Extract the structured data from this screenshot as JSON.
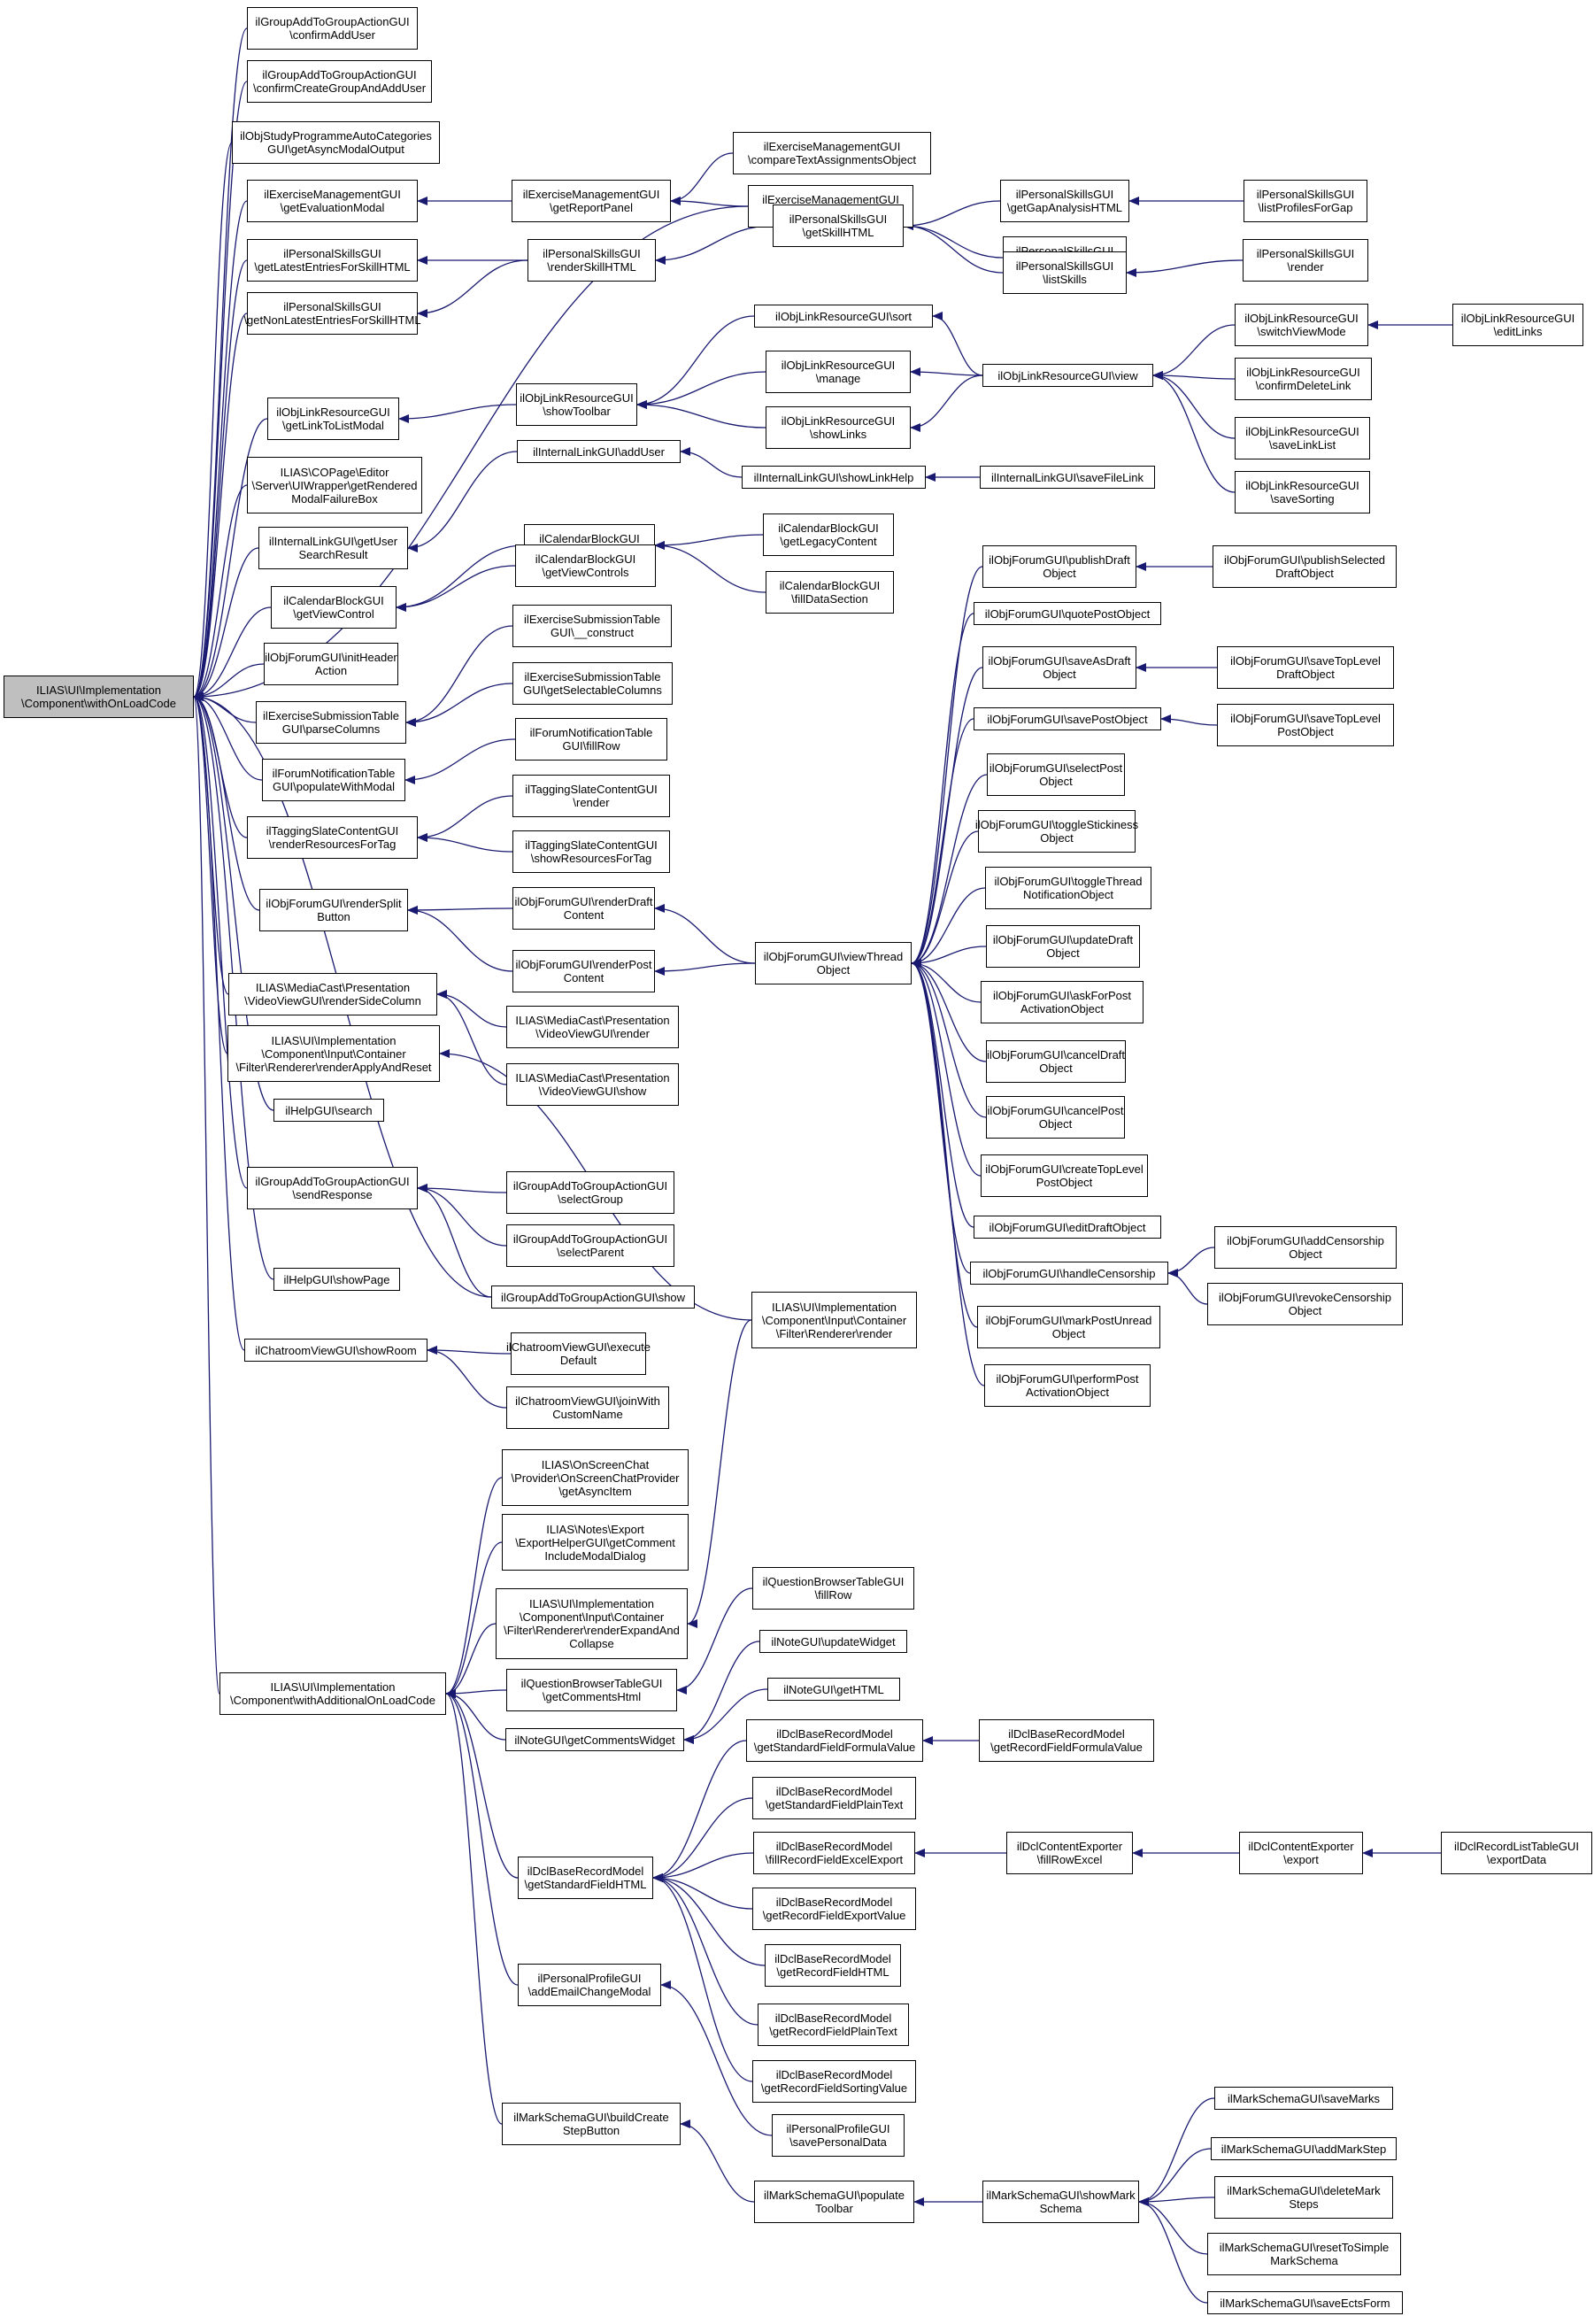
{
  "nodes": [
    {
      "id": "root",
      "label": "ILIAS\\UI\\Implementation\n\\Component\\withOnLoadCode",
      "root": true
    },
    {
      "id": "a1",
      "label": "ilGroupAddToGroupActionGUI\n\\confirmAddUser"
    },
    {
      "id": "a2",
      "label": "ilGroupAddToGroupActionGUI\n\\confirmCreateGroupAndAddUser"
    },
    {
      "id": "a3",
      "label": "ilObjStudyProgrammeAutoCategories\nGUI\\getAsyncModalOutput"
    },
    {
      "id": "a4",
      "label": "ilExerciseManagementGUI\n\\getEvaluationModal"
    },
    {
      "id": "a5",
      "label": "ilPersonalSkillsGUI\n\\getLatestEntriesForSkillHTML"
    },
    {
      "id": "a6",
      "label": "ilPersonalSkillsGUI\n\\getNonLatestEntriesForSkillHTML"
    },
    {
      "id": "a7",
      "label": "ilObjLinkResourceGUI\n\\getLinkToListModal"
    },
    {
      "id": "a8",
      "label": "ILIAS\\COPage\\Editor\n\\Server\\UIWrapper\\getRendered\nModalFailureBox"
    },
    {
      "id": "a9",
      "label": "ilInternalLinkGUI\\getUser\nSearchResult"
    },
    {
      "id": "a10",
      "label": "ilCalendarBlockGUI\n\\getViewControl"
    },
    {
      "id": "a11",
      "label": "ilObjForumGUI\\initHeader\nAction"
    },
    {
      "id": "a12",
      "label": "ilExerciseSubmissionTable\nGUI\\parseColumns"
    },
    {
      "id": "a13",
      "label": "ilForumNotificationTable\nGUI\\populateWithModal"
    },
    {
      "id": "a14",
      "label": "ilTaggingSlateContentGUI\n\\renderResourcesForTag"
    },
    {
      "id": "a15",
      "label": "ilObjForumGUI\\renderSplit\nButton"
    },
    {
      "id": "a16",
      "label": "ILIAS\\MediaCast\\Presentation\n\\VideoViewGUI\\renderSideColumn"
    },
    {
      "id": "a17",
      "label": "ILIAS\\UI\\Implementation\n\\Component\\Input\\Container\n\\Filter\\Renderer\\renderApplyAndReset"
    },
    {
      "id": "a18",
      "label": "ilHelpGUI\\search"
    },
    {
      "id": "a19",
      "label": "ilGroupAddToGroupActionGUI\n\\sendResponse"
    },
    {
      "id": "a20",
      "label": "ilHelpGUI\\showPage"
    },
    {
      "id": "a21",
      "label": "ilChatroomViewGUI\\showRoom"
    },
    {
      "id": "add",
      "label": "ILIAS\\UI\\Implementation\n\\Component\\withAdditionalOnLoadCode"
    },
    {
      "id": "b1",
      "label": "ilExerciseManagementGUI\n\\getReportPanel"
    },
    {
      "id": "b2",
      "label": "ilExerciseManagementGUI\n\\compareTextAssignmentsObject"
    },
    {
      "id": "b3",
      "label": "ilExerciseManagementGUI\n\\saveGradesObject"
    },
    {
      "id": "b4",
      "label": "ilPersonalSkillsGUI\n\\renderSkillHTML"
    },
    {
      "id": "b5",
      "label": "ilPersonalSkillsGUI\n\\getSkillHTML"
    },
    {
      "id": "b6",
      "label": "ilPersonalSkillsGUI\n\\getGapAnalysisHTML"
    },
    {
      "id": "b7",
      "label": "ilPersonalSkillsGUI\n\\listProfilesForGap"
    },
    {
      "id": "b8",
      "label": "ilPersonalSkillsGUI\n\\listAssignedProfile"
    },
    {
      "id": "b9",
      "label": "ilPersonalSkillsGUI\n\\listSkills"
    },
    {
      "id": "b10",
      "label": "ilPersonalSkillsGUI\n\\render"
    },
    {
      "id": "c1",
      "label": "ilObjLinkResourceGUI\n\\showToolbar"
    },
    {
      "id": "c2",
      "label": "ilObjLinkResourceGUI\\sort"
    },
    {
      "id": "c3",
      "label": "ilObjLinkResourceGUI\n\\manage"
    },
    {
      "id": "c4",
      "label": "ilObjLinkResourceGUI\n\\showLinks"
    },
    {
      "id": "c5",
      "label": "ilObjLinkResourceGUI\\view"
    },
    {
      "id": "c6",
      "label": "ilObjLinkResourceGUI\n\\switchViewMode"
    },
    {
      "id": "c7",
      "label": "ilObjLinkResourceGUI\n\\editLinks"
    },
    {
      "id": "c8",
      "label": "ilObjLinkResourceGUI\n\\confirmDeleteLink"
    },
    {
      "id": "c9",
      "label": "ilObjLinkResourceGUI\n\\saveLinkList"
    },
    {
      "id": "c10",
      "label": "ilObjLinkResourceGUI\n\\saveSorting"
    },
    {
      "id": "d1",
      "label": "ilInternalLinkGUI\\addUser"
    },
    {
      "id": "d2",
      "label": "ilInternalLinkGUI\\showLinkHelp"
    },
    {
      "id": "d3",
      "label": "ilInternalLinkGUI\\saveFileLink"
    },
    {
      "id": "e1",
      "label": "ilCalendarBlockGUI\n\\addMiniMonth"
    },
    {
      "id": "e2",
      "label": "ilCalendarBlockGUI\n\\getViewControls"
    },
    {
      "id": "e3",
      "label": "ilCalendarBlockGUI\n\\getLegacyContent"
    },
    {
      "id": "e4",
      "label": "ilCalendarBlockGUI\n\\fillDataSection"
    },
    {
      "id": "f1",
      "label": "ilExerciseSubmissionTable\nGUI\\__construct"
    },
    {
      "id": "f2",
      "label": "ilExerciseSubmissionTable\nGUI\\getSelectableColumns"
    },
    {
      "id": "f3",
      "label": "ilForumNotificationTable\nGUI\\fillRow"
    },
    {
      "id": "f4",
      "label": "ilTaggingSlateContentGUI\n\\render"
    },
    {
      "id": "f5",
      "label": "ilTaggingSlateContentGUI\n\\showResourcesForTag"
    },
    {
      "id": "g1",
      "label": "ilObjForumGUI\\renderDraft\nContent"
    },
    {
      "id": "g2",
      "label": "ilObjForumGUI\\renderPost\nContent"
    },
    {
      "id": "g3",
      "label": "ilObjForumGUI\\viewThread\nObject"
    },
    {
      "id": "h1",
      "label": "ilObjForumGUI\\publishDraft\nObject"
    },
    {
      "id": "h2",
      "label": "ilObjForumGUI\\publishSelected\nDraftObject"
    },
    {
      "id": "h3",
      "label": "ilObjForumGUI\\quotePostObject"
    },
    {
      "id": "h4",
      "label": "ilObjForumGUI\\saveAsDraft\nObject"
    },
    {
      "id": "h5",
      "label": "ilObjForumGUI\\saveTopLevel\nDraftObject"
    },
    {
      "id": "h6",
      "label": "ilObjForumGUI\\savePostObject"
    },
    {
      "id": "h7",
      "label": "ilObjForumGUI\\saveTopLevel\nPostObject"
    },
    {
      "id": "h8",
      "label": "ilObjForumGUI\\selectPost\nObject"
    },
    {
      "id": "h9",
      "label": "ilObjForumGUI\\toggleStickiness\nObject"
    },
    {
      "id": "h10",
      "label": "ilObjForumGUI\\toggleThread\nNotificationObject"
    },
    {
      "id": "h11",
      "label": "ilObjForumGUI\\updateDraft\nObject"
    },
    {
      "id": "h12",
      "label": "ilObjForumGUI\\askForPost\nActivationObject"
    },
    {
      "id": "h13",
      "label": "ilObjForumGUI\\cancelDraft\nObject"
    },
    {
      "id": "h14",
      "label": "ilObjForumGUI\\cancelPost\nObject"
    },
    {
      "id": "h15",
      "label": "ilObjForumGUI\\createTopLevel\nPostObject"
    },
    {
      "id": "h16",
      "label": "ilObjForumGUI\\editDraftObject"
    },
    {
      "id": "h17",
      "label": "ilObjForumGUI\\handleCensorship"
    },
    {
      "id": "h18",
      "label": "ilObjForumGUI\\addCensorship\nObject"
    },
    {
      "id": "h19",
      "label": "ilObjForumGUI\\revokeCensorship\nObject"
    },
    {
      "id": "h20",
      "label": "ilObjForumGUI\\markPostUnread\nObject"
    },
    {
      "id": "h21",
      "label": "ilObjForumGUI\\performPost\nActivationObject"
    },
    {
      "id": "i1",
      "label": "ILIAS\\MediaCast\\Presentation\n\\VideoViewGUI\\render"
    },
    {
      "id": "i2",
      "label": "ILIAS\\MediaCast\\Presentation\n\\VideoViewGUI\\show"
    },
    {
      "id": "j1",
      "label": "ilGroupAddToGroupActionGUI\n\\selectGroup"
    },
    {
      "id": "j2",
      "label": "ilGroupAddToGroupActionGUI\n\\selectParent"
    },
    {
      "id": "j3",
      "label": "ilGroupAddToGroupActionGUI\\show"
    },
    {
      "id": "k1",
      "label": "ILIAS\\UI\\Implementation\n\\Component\\Input\\Container\n\\Filter\\Renderer\\render"
    },
    {
      "id": "l1",
      "label": "ilChatroomViewGUI\\execute\nDefault"
    },
    {
      "id": "l2",
      "label": "ilChatroomViewGUI\\joinWith\nCustomName"
    },
    {
      "id": "m1",
      "label": "ILIAS\\OnScreenChat\n\\Provider\\OnScreenChatProvider\n\\getAsyncItem"
    },
    {
      "id": "m2",
      "label": "ILIAS\\Notes\\Export\n\\ExportHelperGUI\\getComment\nIncludeModalDialog"
    },
    {
      "id": "m3",
      "label": "ILIAS\\UI\\Implementation\n\\Component\\Input\\Container\n\\Filter\\Renderer\\renderExpandAnd\nCollapse"
    },
    {
      "id": "m4",
      "label": "ilQuestionBrowserTableGUI\n\\getCommentsHtml"
    },
    {
      "id": "m5",
      "label": "ilNoteGUI\\getCommentsWidget"
    },
    {
      "id": "m6",
      "label": "ilQuestionBrowserTableGUI\n\\fillRow"
    },
    {
      "id": "m7",
      "label": "ilNoteGUI\\updateWidget"
    },
    {
      "id": "m8",
      "label": "ilNoteGUI\\getHTML"
    },
    {
      "id": "n1",
      "label": "ilDclBaseRecordModel\n\\getStandardFieldHTML"
    },
    {
      "id": "n2",
      "label": "ilDclBaseRecordModel\n\\getStandardFieldFormulaValue"
    },
    {
      "id": "n3",
      "label": "ilDclBaseRecordModel\n\\getRecordFieldFormulaValue"
    },
    {
      "id": "n4",
      "label": "ilDclBaseRecordModel\n\\getStandardFieldPlainText"
    },
    {
      "id": "n5",
      "label": "ilDclBaseRecordModel\n\\fillRecordFieldExcelExport"
    },
    {
      "id": "n6",
      "label": "ilDclContentExporter\n\\fillRowExcel"
    },
    {
      "id": "n7",
      "label": "ilDclContentExporter\n\\export"
    },
    {
      "id": "n8",
      "label": "ilDclRecordListTableGUI\n\\exportData"
    },
    {
      "id": "n9",
      "label": "ilDclBaseRecordModel\n\\getRecordFieldExportValue"
    },
    {
      "id": "n10",
      "label": "ilDclBaseRecordModel\n\\getRecordFieldHTML"
    },
    {
      "id": "n11",
      "label": "ilDclBaseRecordModel\n\\getRecordFieldPlainText"
    },
    {
      "id": "n12",
      "label": "ilDclBaseRecordModel\n\\getRecordFieldSortingValue"
    },
    {
      "id": "o1",
      "label": "ilPersonalProfileGUI\n\\addEmailChangeModal"
    },
    {
      "id": "o2",
      "label": "ilPersonalProfileGUI\n\\savePersonalData"
    },
    {
      "id": "p1",
      "label": "ilMarkSchemaGUI\\buildCreate\nStepButton"
    },
    {
      "id": "p2",
      "label": "ilMarkSchemaGUI\\populate\nToolbar"
    },
    {
      "id": "p3",
      "label": "ilMarkSchemaGUI\\showMark\nSchema"
    },
    {
      "id": "p4",
      "label": "ilMarkSchemaGUI\\saveMarks"
    },
    {
      "id": "p5",
      "label": "ilMarkSchemaGUI\\addMarkStep"
    },
    {
      "id": "p6",
      "label": "ilMarkSchemaGUI\\deleteMark\nSteps"
    },
    {
      "id": "p7",
      "label": "ilMarkSchemaGUI\\resetToSimple\nMarkSchema"
    },
    {
      "id": "p8",
      "label": "ilMarkSchemaGUI\\saveEctsForm"
    }
  ],
  "edges": [
    [
      "a1",
      "root"
    ],
    [
      "a2",
      "root"
    ],
    [
      "a3",
      "root"
    ],
    [
      "a4",
      "root"
    ],
    [
      "a5",
      "root"
    ],
    [
      "a6",
      "root"
    ],
    [
      "a7",
      "root"
    ],
    [
      "a8",
      "root"
    ],
    [
      "a9",
      "root"
    ],
    [
      "a10",
      "root"
    ],
    [
      "a11",
      "root"
    ],
    [
      "a12",
      "root"
    ],
    [
      "a13",
      "root"
    ],
    [
      "a14",
      "root"
    ],
    [
      "a15",
      "root"
    ],
    [
      "a16",
      "root"
    ],
    [
      "a17",
      "root"
    ],
    [
      "a18",
      "root"
    ],
    [
      "a19",
      "root"
    ],
    [
      "a20",
      "root"
    ],
    [
      "a21",
      "root"
    ],
    [
      "add",
      "root"
    ],
    [
      "b3",
      "root"
    ],
    [
      "j3",
      "root"
    ],
    [
      "b1",
      "a4"
    ],
    [
      "b2",
      "b1"
    ],
    [
      "b3",
      "b1"
    ],
    [
      "b4",
      "a5"
    ],
    [
      "b4",
      "a6"
    ],
    [
      "b5",
      "b4"
    ],
    [
      "b6",
      "b5"
    ],
    [
      "b8",
      "b5"
    ],
    [
      "b9",
      "b5"
    ],
    [
      "b7",
      "b6"
    ],
    [
      "b10",
      "b9"
    ],
    [
      "c1",
      "a7"
    ],
    [
      "c2",
      "c1"
    ],
    [
      "c3",
      "c1"
    ],
    [
      "c4",
      "c1"
    ],
    [
      "c5",
      "c2"
    ],
    [
      "c5",
      "c3"
    ],
    [
      "c5",
      "c4"
    ],
    [
      "c6",
      "c5"
    ],
    [
      "c8",
      "c5"
    ],
    [
      "c9",
      "c5"
    ],
    [
      "c10",
      "c5"
    ],
    [
      "c7",
      "c6"
    ],
    [
      "d1",
      "a9"
    ],
    [
      "d2",
      "d1"
    ],
    [
      "d3",
      "d2"
    ],
    [
      "e1",
      "a10"
    ],
    [
      "e2",
      "a10"
    ],
    [
      "e3",
      "e1"
    ],
    [
      "e4",
      "e1"
    ],
    [
      "f1",
      "a12"
    ],
    [
      "f2",
      "a12"
    ],
    [
      "f3",
      "a13"
    ],
    [
      "f4",
      "a14"
    ],
    [
      "f5",
      "a14"
    ],
    [
      "g1",
      "a15"
    ],
    [
      "g2",
      "a15"
    ],
    [
      "g3",
      "g1"
    ],
    [
      "g3",
      "g2"
    ],
    [
      "h1",
      "g3"
    ],
    [
      "h3",
      "g3"
    ],
    [
      "h4",
      "g3"
    ],
    [
      "h6",
      "g3"
    ],
    [
      "h8",
      "g3"
    ],
    [
      "h9",
      "g3"
    ],
    [
      "h10",
      "g3"
    ],
    [
      "h11",
      "g3"
    ],
    [
      "h12",
      "g3"
    ],
    [
      "h13",
      "g3"
    ],
    [
      "h14",
      "g3"
    ],
    [
      "h15",
      "g3"
    ],
    [
      "h16",
      "g3"
    ],
    [
      "h17",
      "g3"
    ],
    [
      "h20",
      "g3"
    ],
    [
      "h21",
      "g3"
    ],
    [
      "h2",
      "h1"
    ],
    [
      "h5",
      "h4"
    ],
    [
      "h7",
      "h6"
    ],
    [
      "h18",
      "h17"
    ],
    [
      "h19",
      "h17"
    ],
    [
      "i1",
      "a16"
    ],
    [
      "i2",
      "a16"
    ],
    [
      "k1",
      "a17"
    ],
    [
      "j1",
      "a19"
    ],
    [
      "j2",
      "a19"
    ],
    [
      "j3",
      "a19"
    ],
    [
      "l1",
      "a21"
    ],
    [
      "l2",
      "a21"
    ],
    [
      "m1",
      "add"
    ],
    [
      "m2",
      "add"
    ],
    [
      "m3",
      "add"
    ],
    [
      "m4",
      "add"
    ],
    [
      "m5",
      "add"
    ],
    [
      "n1",
      "add"
    ],
    [
      "o1",
      "add"
    ],
    [
      "p1",
      "add"
    ],
    [
      "k1",
      "m3"
    ],
    [
      "m6",
      "m4"
    ],
    [
      "m7",
      "m5"
    ],
    [
      "m8",
      "m5"
    ],
    [
      "n2",
      "n1"
    ],
    [
      "n4",
      "n1"
    ],
    [
      "n5",
      "n1"
    ],
    [
      "n9",
      "n1"
    ],
    [
      "n10",
      "n1"
    ],
    [
      "n11",
      "n1"
    ],
    [
      "n12",
      "n1"
    ],
    [
      "n3",
      "n2"
    ],
    [
      "n6",
      "n5"
    ],
    [
      "n7",
      "n6"
    ],
    [
      "n8",
      "n7"
    ],
    [
      "o2",
      "o1"
    ],
    [
      "p2",
      "p1"
    ],
    [
      "p3",
      "p2"
    ],
    [
      "p4",
      "p3"
    ],
    [
      "p5",
      "p3"
    ],
    [
      "p6",
      "p3"
    ],
    [
      "p7",
      "p3"
    ],
    [
      "p8",
      "p3"
    ]
  ]
}
